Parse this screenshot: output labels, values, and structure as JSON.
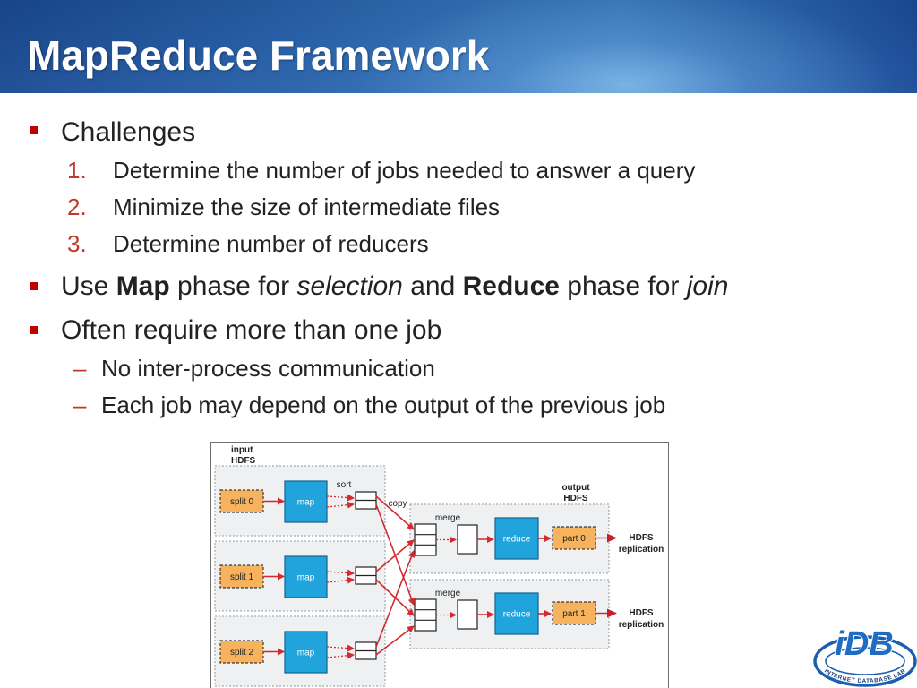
{
  "slide": {
    "title": "MapReduce Framework",
    "colors": {
      "header": "#2463ae",
      "bullet": "#c00000",
      "marker": "#c0392b",
      "text": "#222222"
    }
  },
  "content": {
    "bullet_icon": "square-bullet",
    "bullets": [
      {
        "text": "Challenges",
        "items": [
          {
            "marker": "1.",
            "text": "Determine the number of jobs needed to answer a query"
          },
          {
            "marker": "2.",
            "text": "Minimize the size of intermediate files"
          },
          {
            "marker": "3.",
            "text": "Determine number of reducers"
          }
        ]
      },
      {
        "segments": [
          "Use ",
          "Map",
          " phase for ",
          "selection",
          " and ",
          "Reduce",
          " phase for ",
          "join"
        ]
      },
      {
        "text": "Often require more than one job",
        "items": [
          {
            "marker": "–",
            "text": "No inter-process communication"
          },
          {
            "marker": "–",
            "text": "Each job may depend on the output of the previous job"
          }
        ]
      }
    ]
  },
  "diagram": {
    "input_label": [
      "input",
      "HDFS"
    ],
    "output_label": [
      "output",
      "HDFS"
    ],
    "sort_label": "sort",
    "copy_label": "copy",
    "merge_label": "merge",
    "splits": [
      "split 0",
      "split 1",
      "split 2"
    ],
    "map_label": "map",
    "reduce_label": "reduce",
    "parts": [
      "part 0",
      "part 1"
    ],
    "replication_label": [
      "HDFS",
      "replication"
    ],
    "colors": {
      "task": "#21a3dc",
      "split": "#f6b25d",
      "arrow": "#d42a2f",
      "region": "#eef0f2"
    }
  },
  "logo": {
    "text": "iDB",
    "ring_text": "INTERNET DATABASE LAB"
  }
}
